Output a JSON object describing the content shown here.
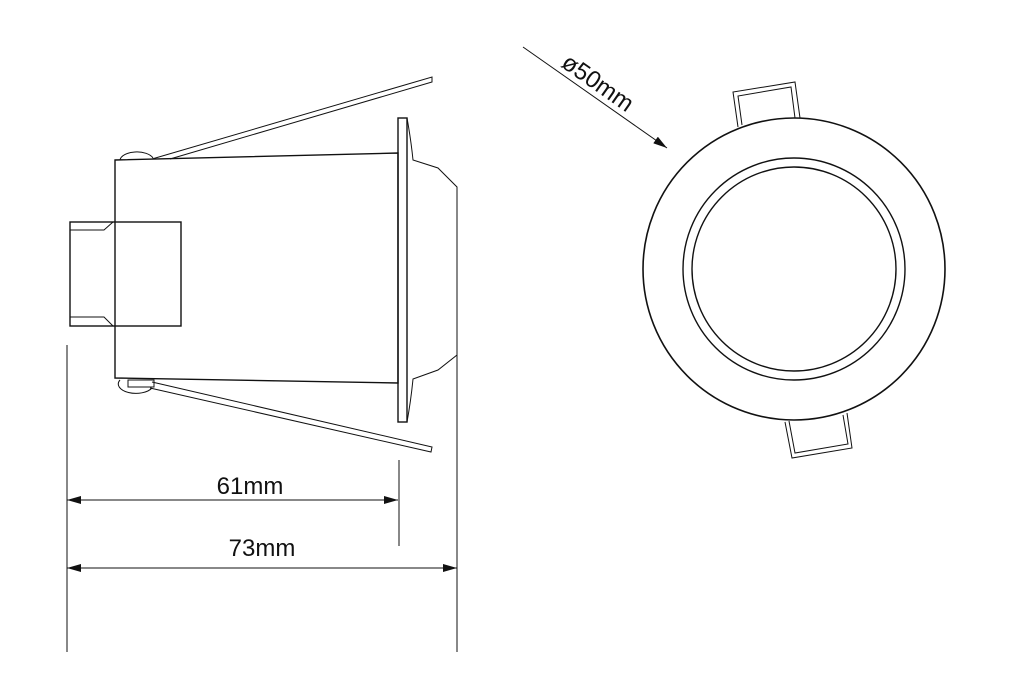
{
  "dimensions": {
    "depth_inner": "61mm",
    "depth_total": "73mm",
    "diameter": "ø50mm"
  },
  "colors": {
    "line": "#111111",
    "background": "#ffffff"
  }
}
